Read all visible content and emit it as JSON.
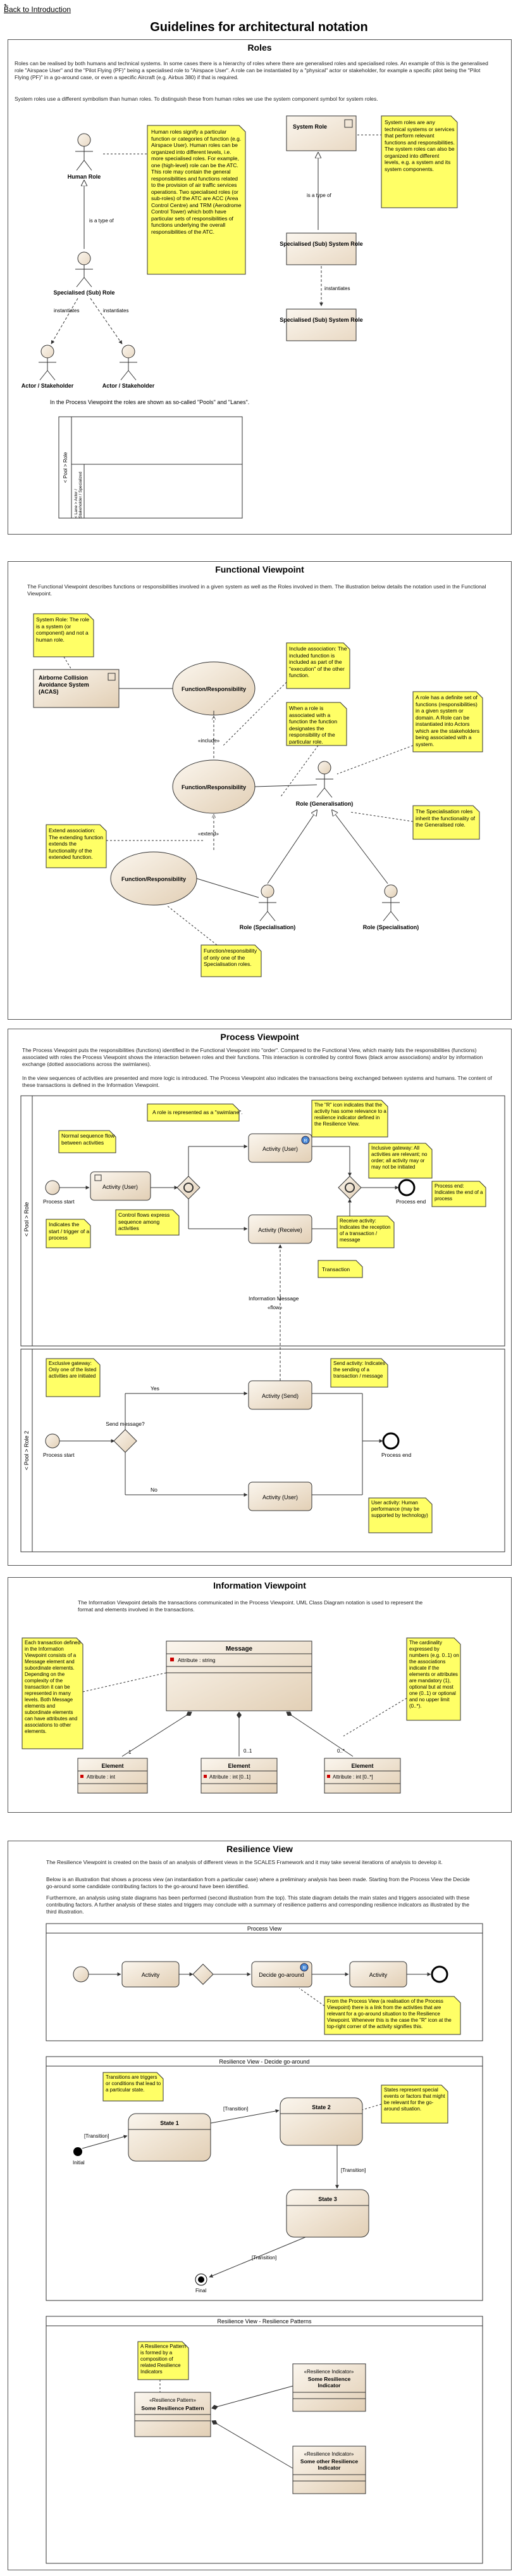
{
  "nav": {
    "back_label": "Back to Introduction"
  },
  "page": {
    "title": "Guidelines for architectural notation"
  },
  "roles": {
    "title": "Roles",
    "intro1": "Roles can be realised by both humans and technical systems. In some cases there is a hierarchy of roles where there are generalised roles and specialised roles. An example of this is the generalised role \"Airspace User\" and the \"Pilot Flying (PF)\" being a specialised role to \"Airspace User\". A role can be instantiated by a \"physical\" actor or stakeholder, for example a specific pilot being the \"Pilot Flying (PF)\" in a go-around case, or even a specific Aircraft (e.g. Airbus 380) if that is required.",
    "intro2": "System roles use a different symbolism than human roles. To distinguish these from human roles we use the system component symbol for system roles.",
    "human_role": "Human Role",
    "system_role": "System Role",
    "is_a_type_of": "is a type of",
    "is_a_type_of_2": "is a type of",
    "specialised_role": "Specialised (Sub) Role",
    "specialised_system_role": "Specialised (Sub) System Role",
    "specialised_system_role_2": "Specialised (Sub) System Role",
    "instantiates": "instantiates",
    "instantiates_2": "instantiates",
    "instantiates_3": "instantiates",
    "actor1": "Actor / Stakeholder",
    "actor2": "Actor / Stakeholder",
    "note_human": "Human roles signify a particular function or categories of function (e.g. Airspace User). Human roles can be organized into different levels, i.e. more specialised roles. For example, one (high-level) role can be the ATC. This role may contain the general responsibilities and functions related to the provision of air traffic services operations. Two specialised roles (or sub-roles) of the ATC are ACC (Area Control Centre) and TRM (Aerodrome Control Tower) which both have particular sets of responsibilities of functions underlying the overall responsibilities of the ATC.",
    "note_system": "System roles are any technical systems or services that perform relevant functions and responsibilities. The system roles can also be organized into different levels, e.g. a system and its system components.",
    "lanes_text": "In the Process Viewpoint the roles are shown as so-called \"Pools\" and \"Lanes\".",
    "pool_label": "< Pool > Role",
    "lane_label": "< Lane > Actor / Stakeholder / Specialized (Sub) Role"
  },
  "functional": {
    "title": "Functional Viewpoint",
    "intro": "The Functional Viewpoint describes functions or responsibilities involved in a given system as well as the Roles involved in them. The illustration below details the notation used in the Functional Viewpoint.",
    "note_system": "System Role: The role is a system (or component) and not a human role.",
    "acas": "Airborne Collision Avoidance System (ACAS)",
    "fr1": "Function/Responsibility",
    "fr2": "Function/Responsibility",
    "fr3": "Function/Responsibility",
    "include": "«include»",
    "extend": "«extend»",
    "note_include": "Include association: The included function is included as part of the \"execution\" of the other function.",
    "note_assoc": "When a role is associated with a function the function designates the responsibility of the particular role.",
    "note_role": "A role has a definite set of functions (responsibilities) in a given system or domain. A Role can be instantiated into Actors which are the stakeholders being associated with a system.",
    "role_gen": "Role (Generalisation)",
    "note_spec": "The Specialisation roles inherit the functionality of the Generalised role.",
    "note_extend": "Extend association: The extending function extends the functionality of the extended function.",
    "role_spec1": "Role (Specialisation)",
    "role_spec2": "Role (Specialisation)",
    "note_fr_spec": "Function/responsibility of only one of the Specialisation roles."
  },
  "process": {
    "title": "Process Viewpoint",
    "intro1": "The Process Viewpoint puts the responsibilities (functions) identified in the Functional Viewpoint into \"order\". Compared to the Functional View, which mainly lists the responsibilities (functions) associated with roles the Process Viewpoint shows the interaction between roles and their functions. This interaction is controlled by control flows (black arrow associations) and/or by information exchange (dotted associations across the swimlanes).",
    "intro2": "In the view sequences of activities are presented and more logic is introduced. The Process Viewpoint also indicates the transactions being exchanged between systems and humans. The content of these transactions is defined in the Information Viewpoint.",
    "pool1": "< Pool > Role",
    "pool2": "< Pool > Role 2",
    "note_activity": "A role is represented as a \"swimlane\".",
    "note_r_icon": "The \"R\" icon indicates that the activity has some relevance to a resilience indicator defined in the Resilience View.",
    "note_seq": "Normal sequence flow between activities",
    "process_start": "Process start",
    "activity_user": "Activity (User)",
    "activity_user2": "Activity (User)",
    "activity_receive": "Activity (Receive)",
    "activity_send": "Activity (Send)",
    "activity_user3": "Activity (User)",
    "note_start": "Indicates the start / trigger of a process",
    "note_control": "Control flows express sequence among activities",
    "note_inclusive": "Inclusive gateway: All activities are relevant; no order; all activity may or may not be initiated",
    "process_end": "Process end",
    "note_end": "Process end: Indicates the end of a process",
    "note_receive": "Receive activity: Indicates the reception of a transaction / message",
    "note_transaction": "Transaction",
    "info_msg": "Information Message",
    "flow_tag": "«flow»",
    "note_exclusive": "Exclusive gateway: Only one of the listed activities are initiated",
    "yes": "Yes",
    "no": "No",
    "send_question": "Send message?",
    "process_start2": "Process start",
    "process_end2": "Process end",
    "note_send": "Send activity: Indicates the sending of a transaction / message",
    "note_user": "User activity: Human performance (may be supported by technology)"
  },
  "information": {
    "title": "Information Viewpoint",
    "intro": "The Information Viewpoint details the transactions communicated in the Process Viewpoint. UML Class Diagram notation is used to represent the format and elements involved in the transactions.",
    "message": "Message",
    "msg_attr": "Attribute : string",
    "element": "Element",
    "el1_attr": "Attribute : int",
    "el2_attr": "Attribute : int [0..1]",
    "el3_attr": "Attribute : int [0..*]",
    "m1": "1",
    "m2": "0..1",
    "m3": "0..*",
    "note_left": "Each transaction defined in the Information Viewpoint consists of a Message element and subordinate elements. Depending on the complexity of the transaction it can be represented in many levels. Both Message elements and subordinate elements can have attributes and associations to other elements.",
    "note_right": "The cardinality expressed by numbers (e.g. 0..1) on the associations indicate if the elements or attributes are mandatory (1), optional but at most one (0..1) or optional and no upper limit (0..*)."
  },
  "resilience": {
    "title": "Resilience View",
    "intro1": "The Resilience Viewpoint is created on the basis of an analysis of different views in the SCALES Framework and it may take several iterations of analysis to develop it.",
    "intro2": "Below is an illustration that shows a process view (an instantiation from a particular case) where a preliminary analysis has been made. Starting from the Process View the Decide go-around some candidate contributing factors to the go-around have been identified.",
    "intro3": "Furthermore, an analysis using state diagrams has been performed (second illustration from the top). This state diagram details the main states and triggers associated with these contributing factors. A further analysis of these states and triggers may conclude with a summary of resilience patterns and corresponding resilience indicators as illustrated by the third illustration.",
    "pv_title": "Process View",
    "pv_activity1": "Activity",
    "pv_decide": "Decide go-around",
    "pv_activity2": "Activity",
    "pv_note": "From the Process View (a realisation of the Process Viewpoint) there is a link from the activities that are relevant for a go-around situation to the Resilience Viewpoint. Whenever this is the case the \"R\" icon at the top-right corner of the activity signifies this.",
    "sd_title": "Resilience View - Decide go-around",
    "note_trans": "Transitions are triggers or conditions that lead to a particular state.",
    "note_states": "States represent special events or factors that might be relevant for the go-around situation.",
    "transition": "[Transition]",
    "initial": "Initial",
    "final": "Final",
    "state1": "State 1",
    "state2": "State 2",
    "state3": "State 3",
    "rp_title": "Resilience View - Resilience Patterns",
    "note_pattern": "A Resilience Pattern is formed by a composition of related Resilience Indicators",
    "rp_stereo": "«Resilience Pattern»",
    "rp_name": "Some Resilience Pattern",
    "ri_stereo": "«Resilience Indicator»",
    "ri_name1": "Some Resilience Indicator",
    "ri_stereo2": "«Resilience Indicator»",
    "ri_name2": "Some other Resilience Indicator",
    "r_glyph": "R"
  }
}
